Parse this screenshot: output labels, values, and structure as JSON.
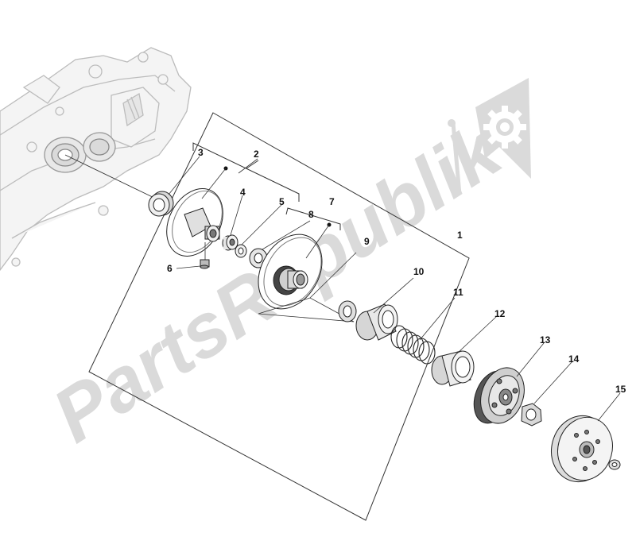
{
  "diagram": {
    "callouts": [
      {
        "id": "1",
        "label": "1"
      },
      {
        "id": "2",
        "label": "2"
      },
      {
        "id": "3",
        "label": "3"
      },
      {
        "id": "4",
        "label": "4"
      },
      {
        "id": "5",
        "label": "5"
      },
      {
        "id": "6",
        "label": "6"
      },
      {
        "id": "7",
        "label": "7"
      },
      {
        "id": "8",
        "label": "8"
      },
      {
        "id": "9",
        "label": "9"
      },
      {
        "id": "10",
        "label": "10"
      },
      {
        "id": "11",
        "label": "11"
      },
      {
        "id": "12",
        "label": "12"
      },
      {
        "id": "13",
        "label": "13"
      },
      {
        "id": "14",
        "label": "14"
      },
      {
        "id": "15",
        "label": "15"
      }
    ]
  },
  "watermark": {
    "text": "PartsRepublik",
    "icon": "gear-icon",
    "color": "#d6d6d6"
  },
  "colors": {
    "line": "#222222",
    "housing": "#c8c8c8",
    "part_fill": "#eeeeee",
    "part_dark": "#555555"
  }
}
